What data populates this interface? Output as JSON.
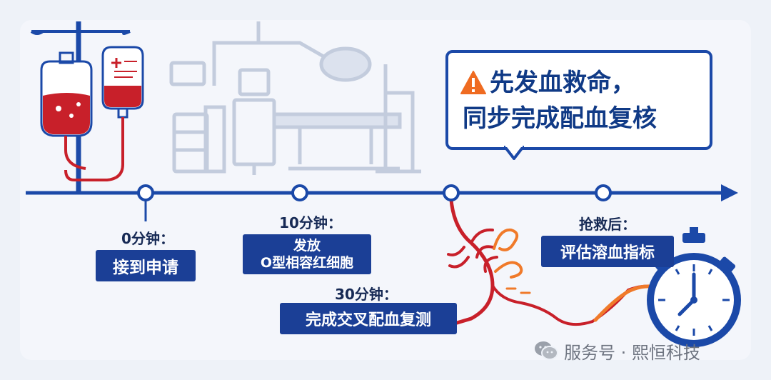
{
  "callout": {
    "line1": "先发血救命，",
    "line2": "同步完成配血复核",
    "icon": "warning-triangle-icon"
  },
  "timeline": {
    "milestones": [
      {
        "label": "0分钟：",
        "box": [
          "接到申请"
        ]
      },
      {
        "label": "10分钟：",
        "box": [
          "发放",
          "O型相容红细胞"
        ]
      },
      {
        "label": "30分钟：",
        "box": [
          "完成交叉配血复测"
        ]
      },
      {
        "label": "抢救后：",
        "box": [
          "评估溶血指标"
        ]
      }
    ]
  },
  "footer": {
    "text": "服务号 · 熙恒科技",
    "icon": "wechat-icon"
  },
  "colors": {
    "primary": "#1b49a8",
    "dark_box": "#1b3f96",
    "blood_red": "#c8202a",
    "orange": "#f07a2a",
    "warning": "#ef6b21",
    "equipment": "#c3ccdd"
  }
}
